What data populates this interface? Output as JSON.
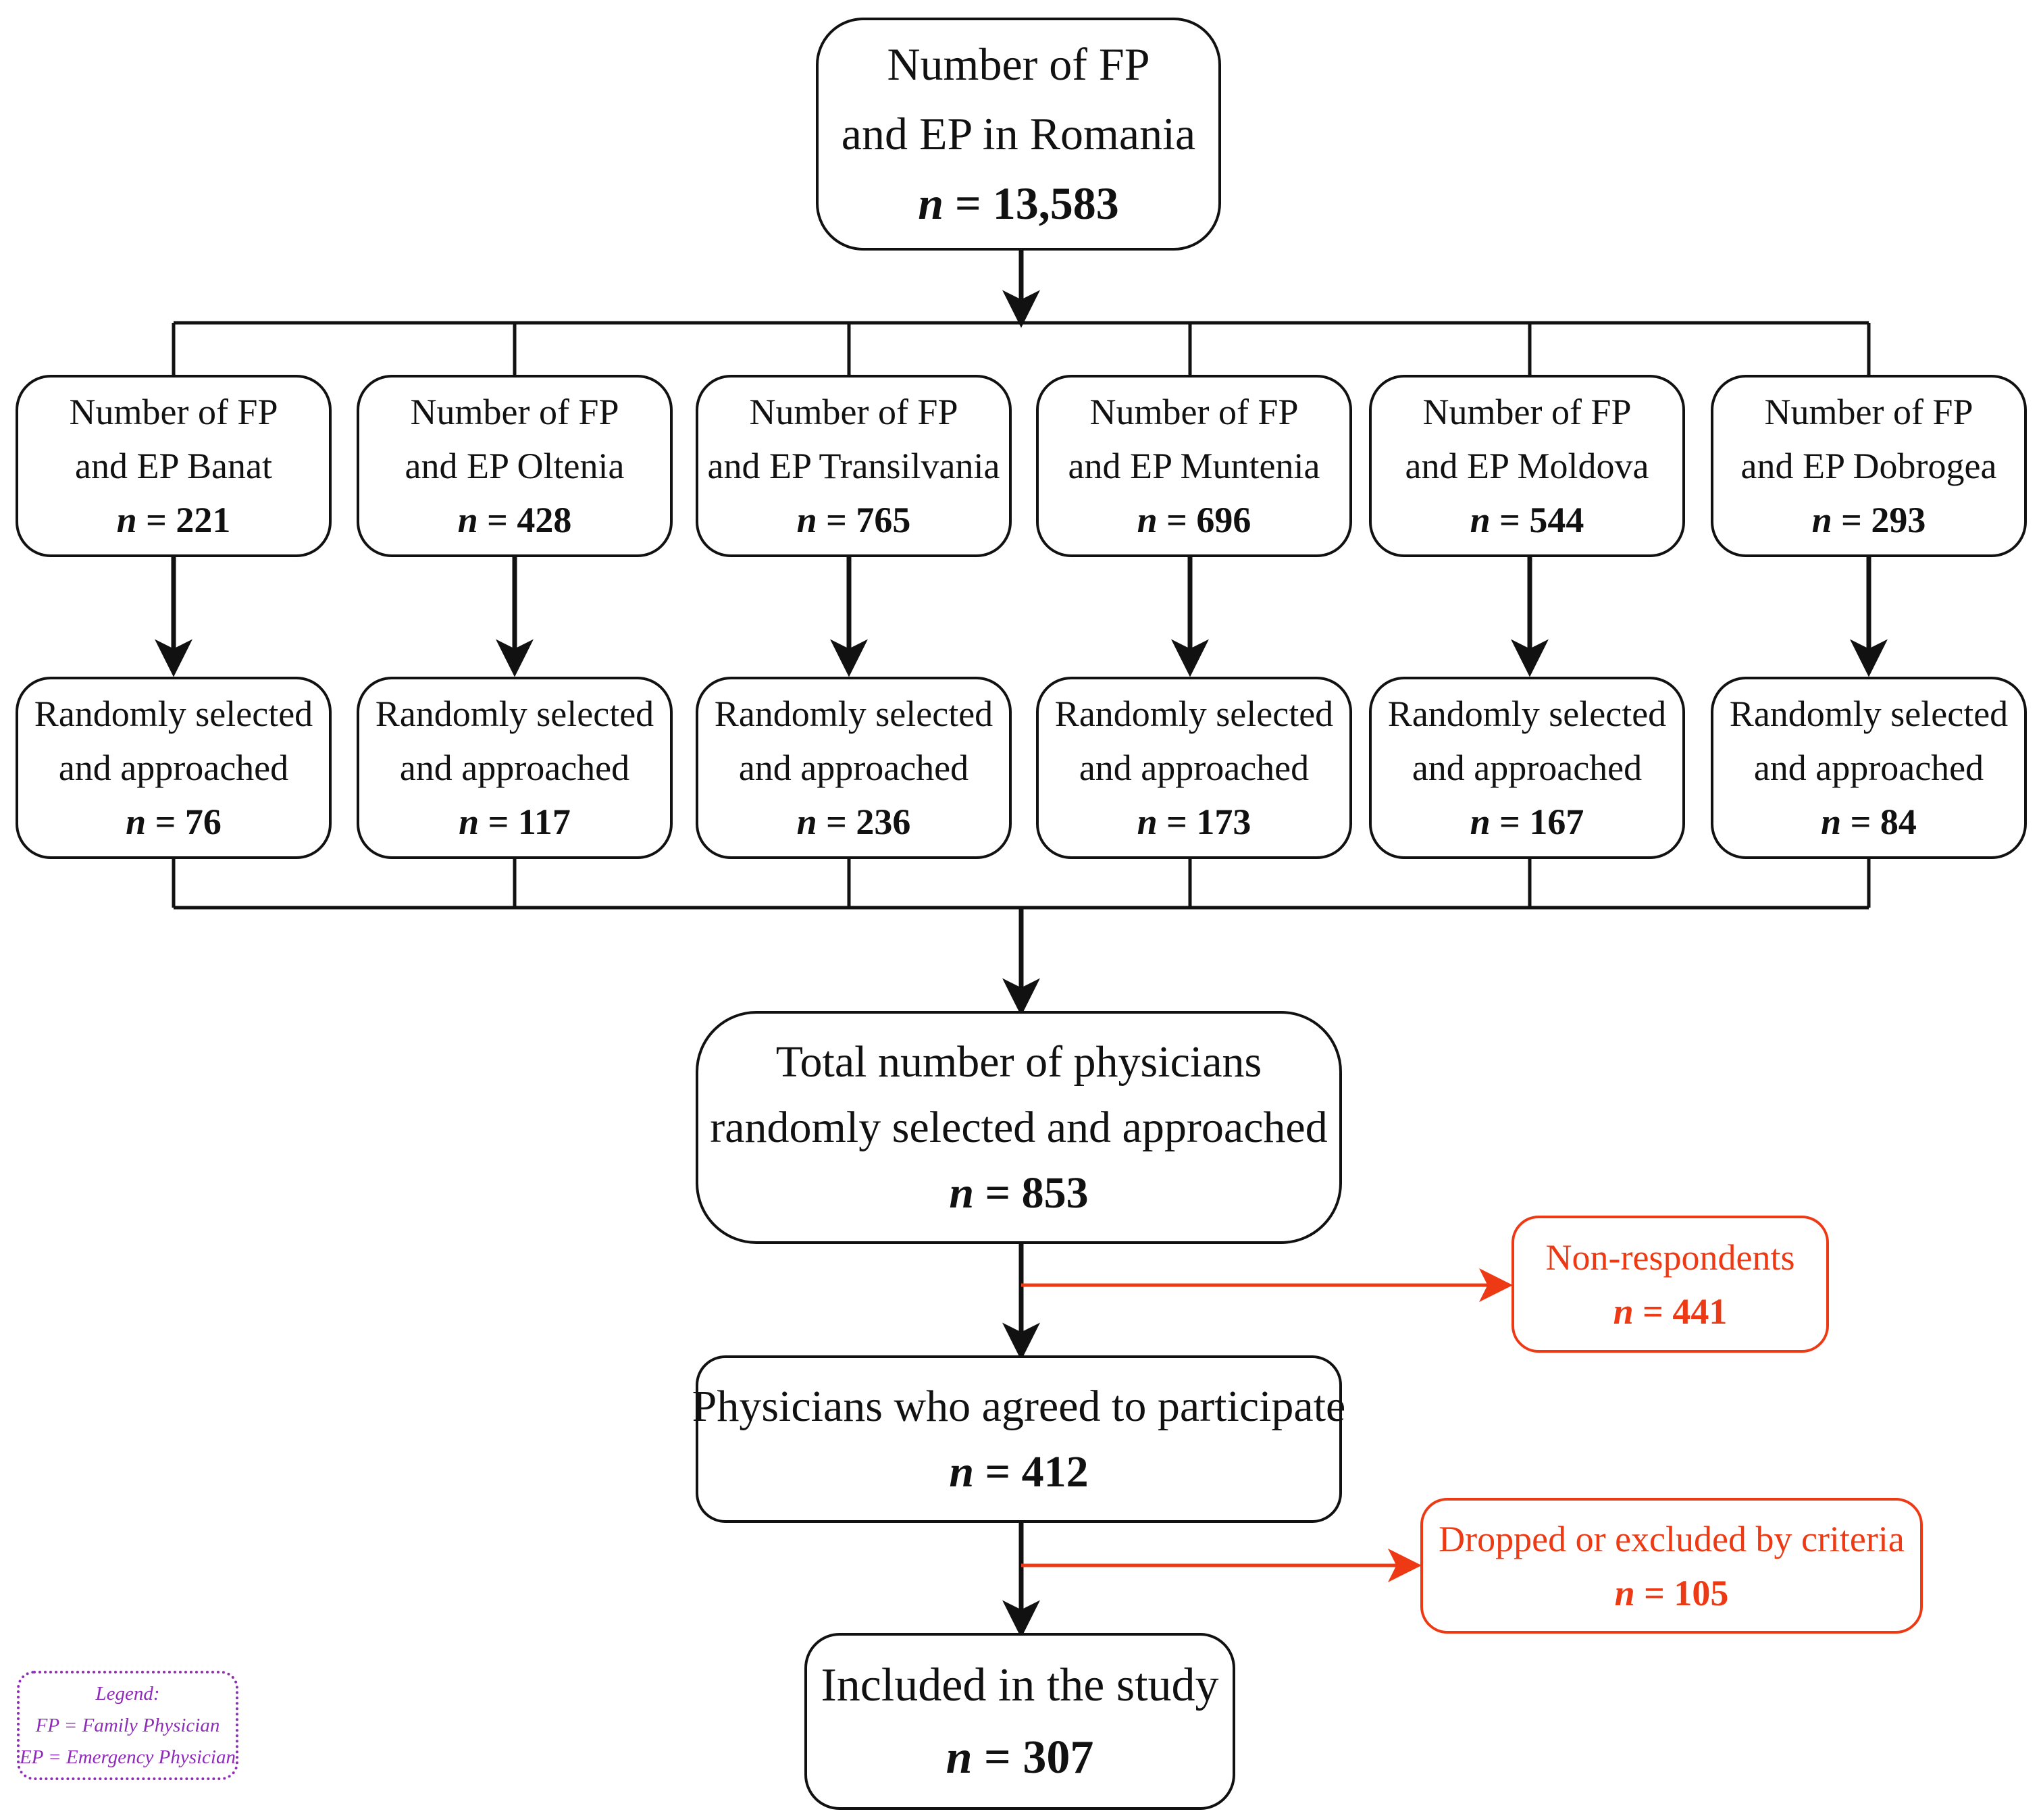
{
  "top": {
    "line1": "Number of FP",
    "line2": "and EP in Romania",
    "n_label": "n",
    "n_value": "= 13,583"
  },
  "regions": [
    {
      "line1": "Number of FP",
      "line2": "and EP Banat",
      "n_label": "n",
      "n_value": "= 221"
    },
    {
      "line1": "Number of FP",
      "line2": "and EP Oltenia",
      "n_label": "n",
      "n_value": "= 428"
    },
    {
      "line1": "Number of FP",
      "line2": "and EP Transilvania",
      "n_label": "n",
      "n_value": "= 765"
    },
    {
      "line1": "Number of FP",
      "line2": "and EP Muntenia",
      "n_label": "n",
      "n_value": "= 696"
    },
    {
      "line1": "Number of FP",
      "line2": "and EP Moldova",
      "n_label": "n",
      "n_value": "= 544"
    },
    {
      "line1": "Number of FP",
      "line2": "and EP Dobrogea",
      "n_label": "n",
      "n_value": "= 293"
    }
  ],
  "random": [
    {
      "line1": "Randomly selected",
      "line2": "and approached",
      "n_label": "n",
      "n_value": "= 76"
    },
    {
      "line1": "Randomly selected",
      "line2": "and approached",
      "n_label": "n",
      "n_value": "= 117"
    },
    {
      "line1": "Randomly selected",
      "line2": "and approached",
      "n_label": "n",
      "n_value": "= 236"
    },
    {
      "line1": "Randomly selected",
      "line2": "and approached",
      "n_label": "n",
      "n_value": "= 173"
    },
    {
      "line1": "Randomly selected",
      "line2": "and approached",
      "n_label": "n",
      "n_value": "= 167"
    },
    {
      "line1": "Randomly selected",
      "line2": "and approached",
      "n_label": "n",
      "n_value": "= 84"
    }
  ],
  "total": {
    "line1": "Total number of physicians",
    "line2": "randomly selected and approached",
    "n_label": "n",
    "n_value": "= 853"
  },
  "nonrespondents": {
    "line1": "Non-respondents",
    "n_label": "n",
    "n_value": "= 441"
  },
  "agreed": {
    "line1": "Physicians who agreed to participate",
    "n_label": "n",
    "n_value": "= 412"
  },
  "dropped": {
    "line1": "Dropped or excluded by criteria",
    "n_label": "n",
    "n_value": "= 105"
  },
  "included": {
    "line1": "Included in the study",
    "n_label": "n",
    "n_value": "= 307"
  },
  "legend": {
    "title": "Legend:",
    "fp": "FP = Family Physician",
    "ep": "EP = Emergency Physician"
  },
  "colors": {
    "line": "#111111",
    "exclusion": "#ee3a14",
    "legend": "#8e2bb8"
  }
}
